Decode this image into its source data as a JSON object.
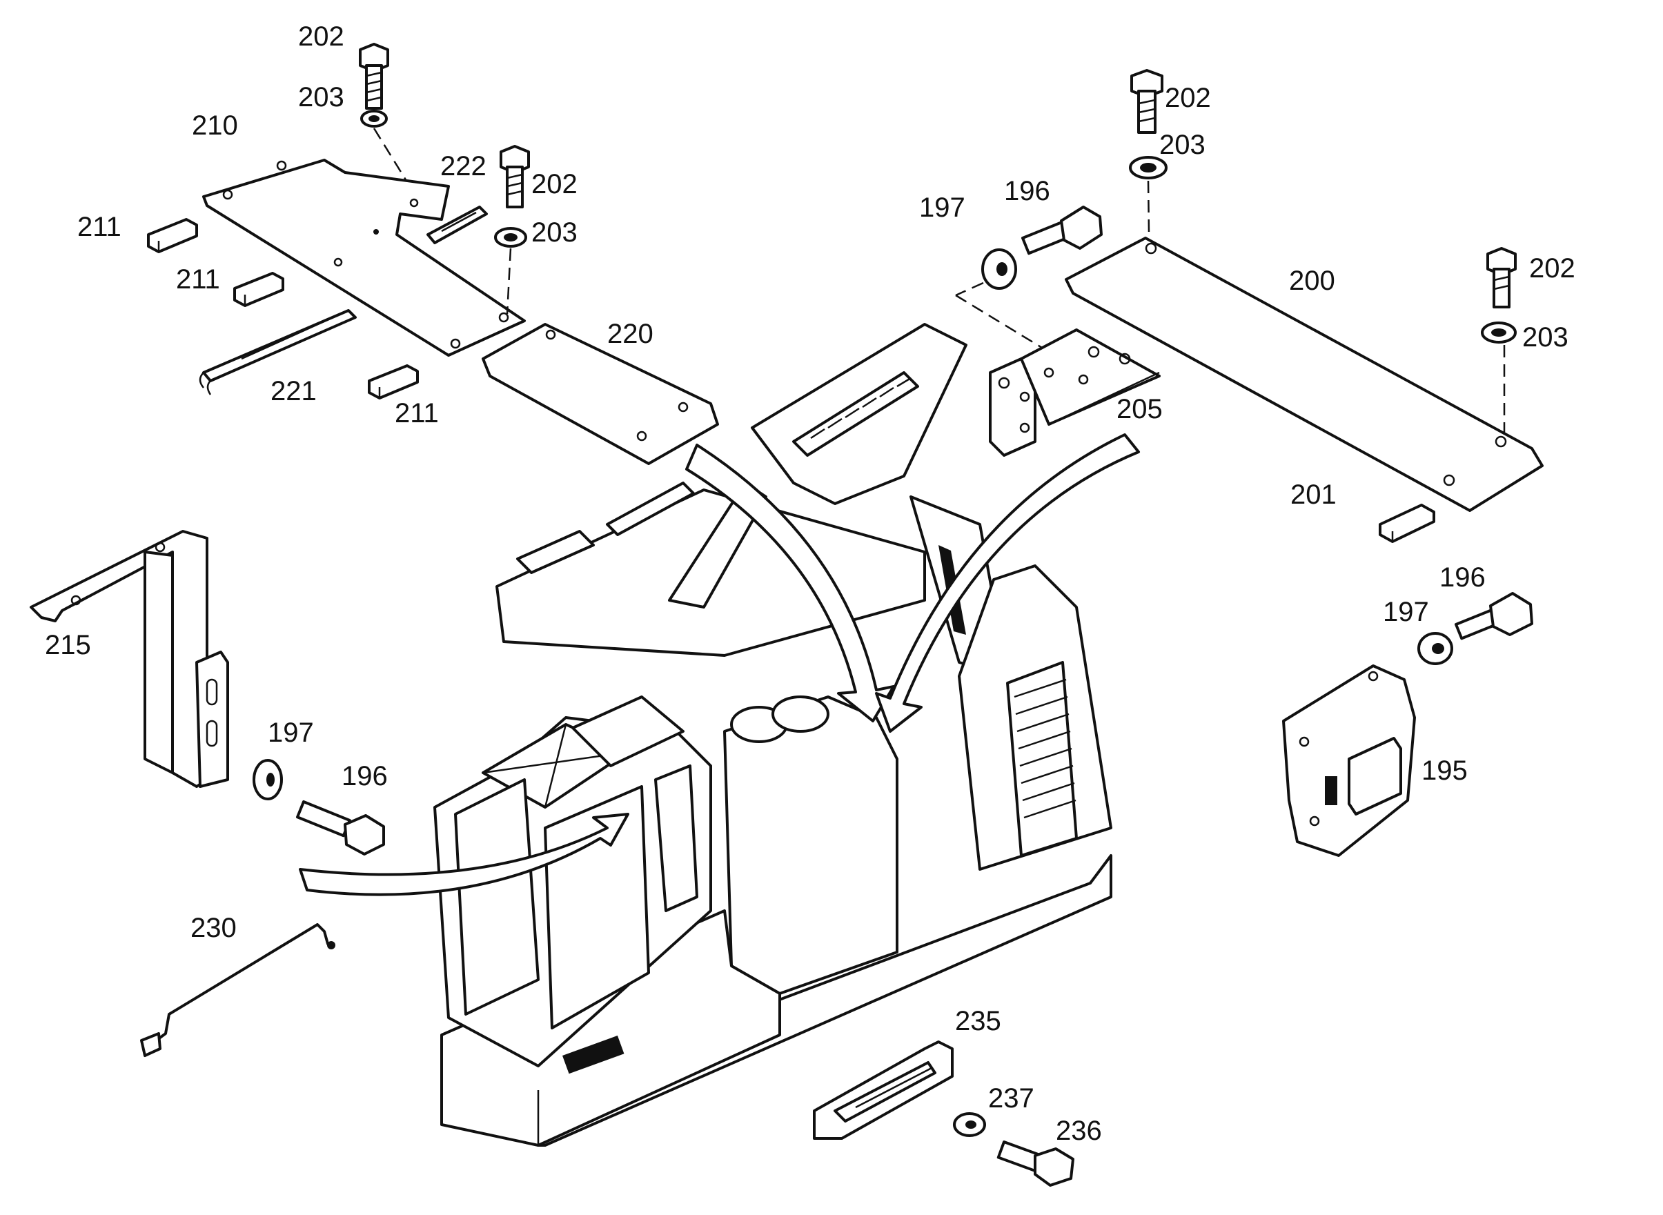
{
  "callouts": [
    {
      "id": "c202a",
      "text": "202"
    },
    {
      "id": "c203a",
      "text": "203"
    },
    {
      "id": "c210",
      "text": "210"
    },
    {
      "id": "c222",
      "text": "222"
    },
    {
      "id": "c202b",
      "text": "202"
    },
    {
      "id": "c203b",
      "text": "203"
    },
    {
      "id": "c211a",
      "text": "211"
    },
    {
      "id": "c211b",
      "text": "211"
    },
    {
      "id": "c211c",
      "text": "211"
    },
    {
      "id": "c221",
      "text": "221"
    },
    {
      "id": "c220",
      "text": "220"
    },
    {
      "id": "c202c",
      "text": "202"
    },
    {
      "id": "c203c",
      "text": "203"
    },
    {
      "id": "c197a",
      "text": "197"
    },
    {
      "id": "c196a",
      "text": "196"
    },
    {
      "id": "c200",
      "text": "200"
    },
    {
      "id": "c202d",
      "text": "202"
    },
    {
      "id": "c203d",
      "text": "203"
    },
    {
      "id": "c205",
      "text": "205"
    },
    {
      "id": "c201",
      "text": "201"
    },
    {
      "id": "c196b",
      "text": "196"
    },
    {
      "id": "c197b",
      "text": "197"
    },
    {
      "id": "c195",
      "text": "195"
    },
    {
      "id": "c215",
      "text": "215"
    },
    {
      "id": "c197c",
      "text": "197"
    },
    {
      "id": "c196c",
      "text": "196"
    },
    {
      "id": "c230",
      "text": "230"
    },
    {
      "id": "c235",
      "text": "235"
    },
    {
      "id": "c237",
      "text": "237"
    },
    {
      "id": "c236",
      "text": "236"
    }
  ]
}
